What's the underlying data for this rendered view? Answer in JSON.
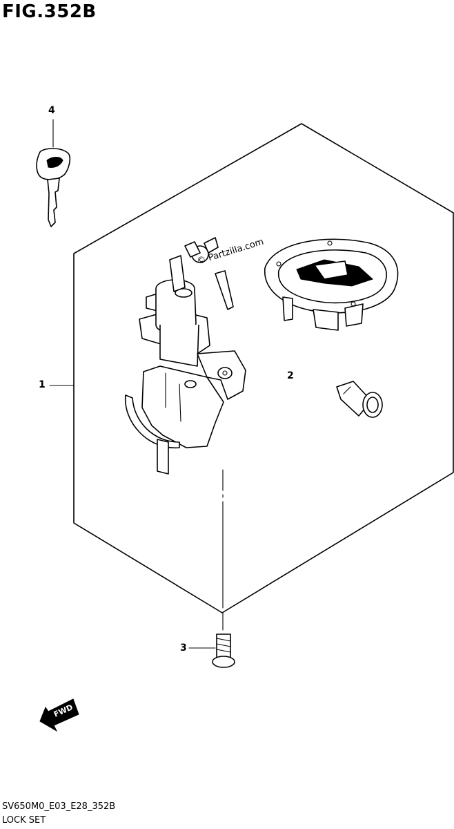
{
  "figure": {
    "title": "FIG.352B"
  },
  "callouts": [
    {
      "id": "1",
      "label": "1"
    },
    {
      "id": "2",
      "label": "2"
    },
    {
      "id": "3",
      "label": "3"
    },
    {
      "id": "4",
      "label": "4"
    }
  ],
  "watermark": "© Partzilla.com",
  "direction_arrow": {
    "label": "FWD"
  },
  "footer": {
    "code": "SV650M0_E03_E28_352B",
    "name": "LOCK SET"
  },
  "icons": [
    "key-icon",
    "ignition-switch-icon",
    "fuel-cap-icon",
    "seat-lock-cylinder-icon",
    "bolt-icon",
    "fwd-arrow-icon"
  ]
}
